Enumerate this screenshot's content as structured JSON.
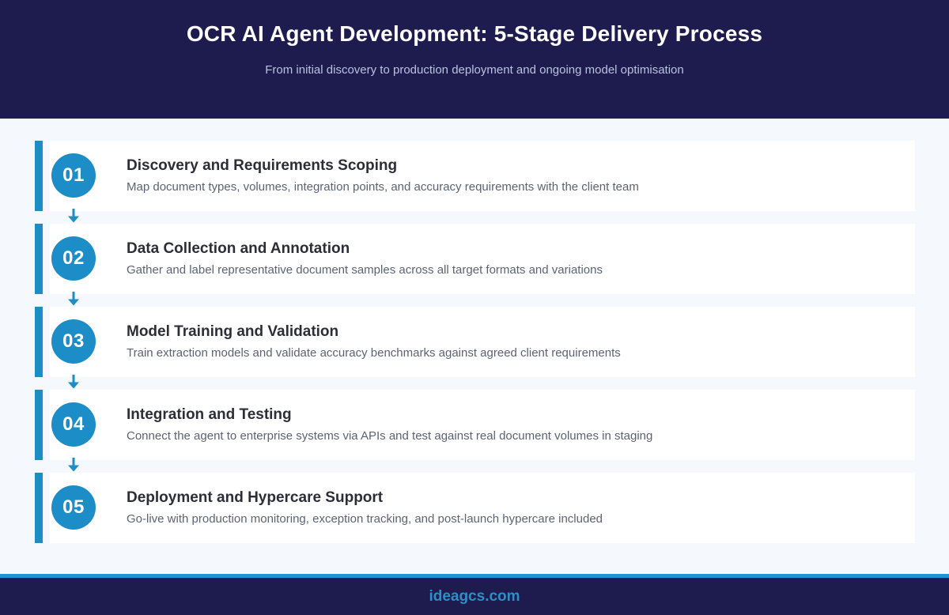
{
  "header": {
    "title": "OCR AI Agent Development: 5-Stage Delivery Process",
    "subtitle": "From initial discovery to production deployment and ongoing model optimisation"
  },
  "stages": [
    {
      "number": "01",
      "title": "Discovery and Requirements Scoping",
      "description": "Map document types, volumes, integration points, and accuracy requirements with the client team"
    },
    {
      "number": "02",
      "title": "Data Collection and Annotation",
      "description": "Gather and label representative document samples across all target formats and variations"
    },
    {
      "number": "03",
      "title": "Model Training and Validation",
      "description": "Train extraction models and validate accuracy benchmarks against agreed client requirements"
    },
    {
      "number": "04",
      "title": "Integration and Testing",
      "description": "Connect the agent to enterprise systems via APIs and test against real document volumes in staging"
    },
    {
      "number": "05",
      "title": "Deployment and Hypercare Support",
      "description": "Go-live with production monitoring, exception tracking, and post-launch hypercare included"
    }
  ],
  "footer": {
    "website": "ideagcs.com"
  },
  "colors": {
    "accent": "#1c8dc6",
    "header_bg": "#1e1b4e",
    "page_bg": "#f5f9fd",
    "card_bg": "#ffffff",
    "title_text": "#2d2d38",
    "desc_text": "#5b6372",
    "subtitle_text": "#b9c3de",
    "footer_link": "#2d8fc6",
    "top_line": "#1e96d4"
  }
}
